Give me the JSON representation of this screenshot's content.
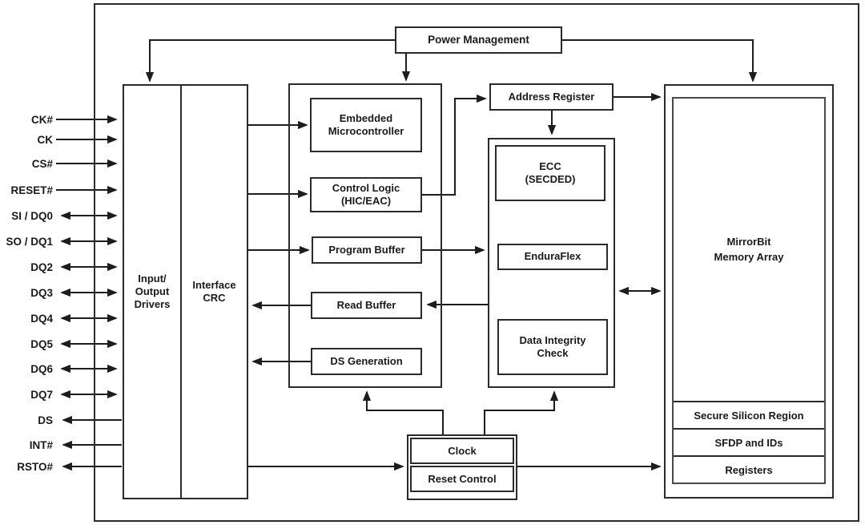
{
  "colors": {
    "line": "#1d1d1d",
    "box_border": "#2b2b2b",
    "background": "#ffffff",
    "text": "#1a1a1a"
  },
  "blocks": {
    "power_management": "Power Management",
    "io_drivers": "Input/\nOutput\nDrivers",
    "interface_crc": "Interface\nCRC",
    "embedded_microcontroller": "Embedded\nMicrocontroller",
    "control_logic": "Control Logic\n(HIC/EAC)",
    "program_buffer": "Program Buffer",
    "read_buffer": "Read Buffer",
    "ds_generation": "DS Generation",
    "address_register": "Address Register",
    "ecc": "ECC\n(SECDED)",
    "enduraflex": "EnduraFlex",
    "data_integrity_check": "Data Integrity\nCheck",
    "mirrorbit_memory_array": "MirrorBit\nMemory Array",
    "secure_silicon_region": "Secure Silicon Region",
    "sfdp_and_ids": "SFDP and IDs",
    "registers": "Registers",
    "clock": "Clock",
    "reset_control": "Reset Control"
  },
  "pins": [
    {
      "label": "CK#",
      "direction": "in"
    },
    {
      "label": "CK",
      "direction": "in"
    },
    {
      "label": "CS#",
      "direction": "in"
    },
    {
      "label": "RESET#",
      "direction": "in"
    },
    {
      "label": "SI / DQ0",
      "direction": "bidir"
    },
    {
      "label": "SO / DQ1",
      "direction": "bidir"
    },
    {
      "label": "DQ2",
      "direction": "bidir"
    },
    {
      "label": "DQ3",
      "direction": "bidir"
    },
    {
      "label": "DQ4",
      "direction": "bidir"
    },
    {
      "label": "DQ5",
      "direction": "bidir"
    },
    {
      "label": "DQ6",
      "direction": "bidir"
    },
    {
      "label": "DQ7",
      "direction": "bidir"
    },
    {
      "label": "DS",
      "direction": "out"
    },
    {
      "label": "INT#",
      "direction": "out"
    },
    {
      "label": "RSTO#",
      "direction": "out"
    }
  ]
}
